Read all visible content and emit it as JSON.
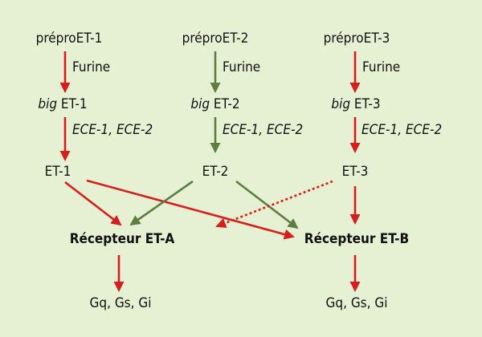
{
  "precursors": [
    {
      "prepro": "préproET-1",
      "enzyme1": "Furine",
      "big_prefix": "big",
      "big_name": "ET-1",
      "enzyme2": "ECE-1, ECE-2",
      "mature": "ET-1"
    },
    {
      "prepro": "préproET-2",
      "enzyme1": "Furine",
      "big_prefix": "big",
      "big_name": "ET-2",
      "enzyme2": "ECE-1, ECE-2",
      "mature": "ET-2"
    },
    {
      "prepro": "préproET-3",
      "enzyme1": "Furine",
      "big_prefix": "big",
      "big_name": "ET-3",
      "enzyme2": "ECE-1, ECE-2",
      "mature": "ET-3"
    }
  ],
  "receptors": [
    {
      "name": "Récepteur ET-A",
      "output": "Gq, Gs, Gi"
    },
    {
      "name": "Récepteur ET-B",
      "output": "Gq, Gs, Gi"
    }
  ],
  "colors": {
    "background": "#e6f0d3",
    "red": "#d51e1e",
    "green": "#5e7d41"
  }
}
